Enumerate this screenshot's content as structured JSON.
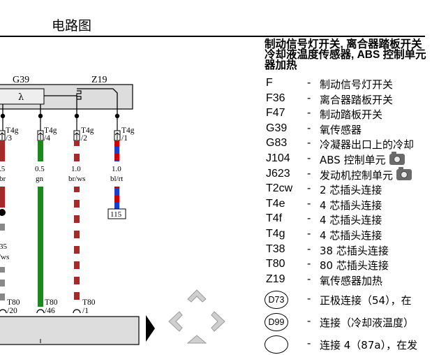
{
  "header": {
    "title": "电路图"
  },
  "diagram": {
    "labels": {
      "g39": "G39",
      "z19": "Z19",
      "lambda": "λ"
    },
    "connectors": [
      {
        "name": "T4g",
        "pin": "/3"
      },
      {
        "name": "T4g",
        "pin": "/4"
      },
      {
        "name": "T4g",
        "pin": "/2"
      },
      {
        "name": "T4g",
        "pin": "/1"
      }
    ],
    "wires": [
      {
        "size": ".5",
        "color": "br"
      },
      {
        "size": "0.5",
        "color": "gn"
      },
      {
        "size": "1.0",
        "color": "br/ws"
      },
      {
        "size": "1.0",
        "color": "bl/rt"
      }
    ],
    "ref_box": "115",
    "lower_wire": {
      "size": "35",
      "color": "/ws"
    },
    "t80": [
      {
        "name": "T80",
        "pin": "/20"
      },
      {
        "name": "T80",
        "pin": "/46"
      },
      {
        "name": "T80",
        "pin": "/1"
      }
    ]
  },
  "legend": {
    "heading_lines": [
      "制动信号灯开关, 离合器踏板开关",
      "冷却液温度传感器, ABS 控制单元",
      "器加热"
    ],
    "items": [
      {
        "code": "F",
        "dash": "-",
        "desc": "制动信号灯开关",
        "camera": false
      },
      {
        "code": "F36",
        "dash": "-",
        "desc": "离合器踏板开关",
        "camera": false
      },
      {
        "code": "F47",
        "dash": "-",
        "desc": "制动踏板开关",
        "camera": false
      },
      {
        "code": "G39",
        "dash": "-",
        "desc": "氧传感器",
        "camera": false
      },
      {
        "code": "G83",
        "dash": "-",
        "desc": "冷凝器出口上的冷却",
        "camera": false
      },
      {
        "code": "J104",
        "dash": "-",
        "desc": "ABS 控制单元",
        "camera": true
      },
      {
        "code": "J623",
        "dash": "-",
        "desc": "发动机控制单元",
        "camera": true
      },
      {
        "code": "T2cw",
        "dash": "-",
        "desc": "2 芯插头连接",
        "camera": false
      },
      {
        "code": "T4e",
        "dash": "-",
        "desc": "4 芯插头连接",
        "camera": false
      },
      {
        "code": "T4f",
        "dash": "-",
        "desc": "4 芯插头连接",
        "camera": false
      },
      {
        "code": "T4g",
        "dash": "-",
        "desc": "4 芯插头连接",
        "camera": false
      },
      {
        "code": "T38",
        "dash": "-",
        "desc": "38 芯插头连接",
        "camera": false
      },
      {
        "code": "T80",
        "dash": "-",
        "desc": "80 芯插头连接",
        "camera": false
      },
      {
        "code": "Z19",
        "dash": "-",
        "desc": "氧传感器加热",
        "camera": false
      }
    ],
    "circled": [
      {
        "code": "D73",
        "dash": "-",
        "desc": "正极连接（54），在"
      },
      {
        "code": "D99",
        "dash": "-",
        "desc": "连接（冷却液温度）"
      },
      {
        "code": "",
        "dash": "-",
        "desc": "连接 4（87a），在发"
      }
    ]
  }
}
